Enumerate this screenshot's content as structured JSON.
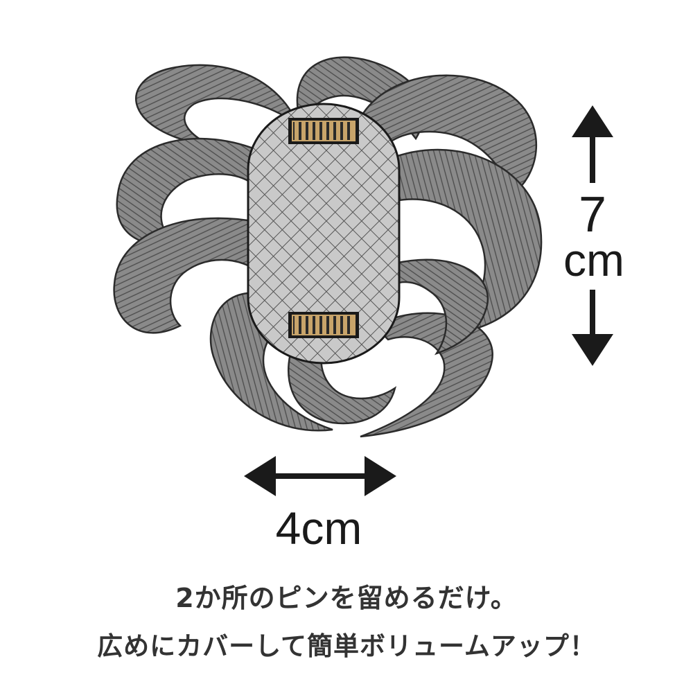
{
  "diagram": {
    "height_label": {
      "number": "7",
      "unit": "cm"
    },
    "width_label": "4cm"
  },
  "caption": {
    "line1": "2か所のピンを留めるだけ。",
    "line2": "広めにカバーして簡単ボリュームアップ！"
  },
  "colors": {
    "hair": "#8a8a8a",
    "hair_line": "#3d3d3d",
    "net_base": "#c9c9c9",
    "clip_body": "#c8a46a",
    "clip_frame": "#1a1a1a",
    "arrow": "#1a1a1a",
    "caption_text": "#333333"
  }
}
